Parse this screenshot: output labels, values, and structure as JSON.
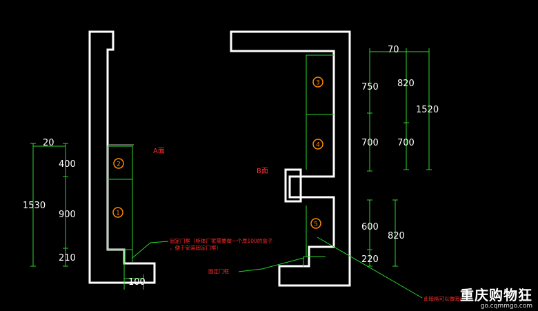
{
  "left_dims": {
    "d20": "20",
    "d400": "400",
    "d900": "900",
    "d210": "210",
    "d1530": "1530",
    "d100": "100"
  },
  "right_dims": {
    "d70": "70",
    "d750": "750",
    "d820a": "820",
    "d1520": "1520",
    "d700a": "700",
    "d700b": "700",
    "d600": "600",
    "d820b": "820",
    "d220": "220"
  },
  "labels": {
    "a_face": "A面",
    "b_face": "B面",
    "note_left_1": "固定门框（柜体厂家需要做一个厚100的盒子",
    "note_left_2": "，便于安装固定门框）",
    "note_right": "固定门框",
    "note_bottom": "此暗格可以做暗门"
  },
  "markers": [
    "1",
    "2",
    "3",
    "4",
    "5"
  ],
  "watermark": {
    "title": "重庆购物狂",
    "url": "go.cqmmgo.com"
  },
  "colors": {
    "wall": "#ffffff",
    "dim": "#2bd62b",
    "label": "#ff2b2b",
    "marker": "#ff8a00",
    "cabinet": "#2bd62b"
  }
}
